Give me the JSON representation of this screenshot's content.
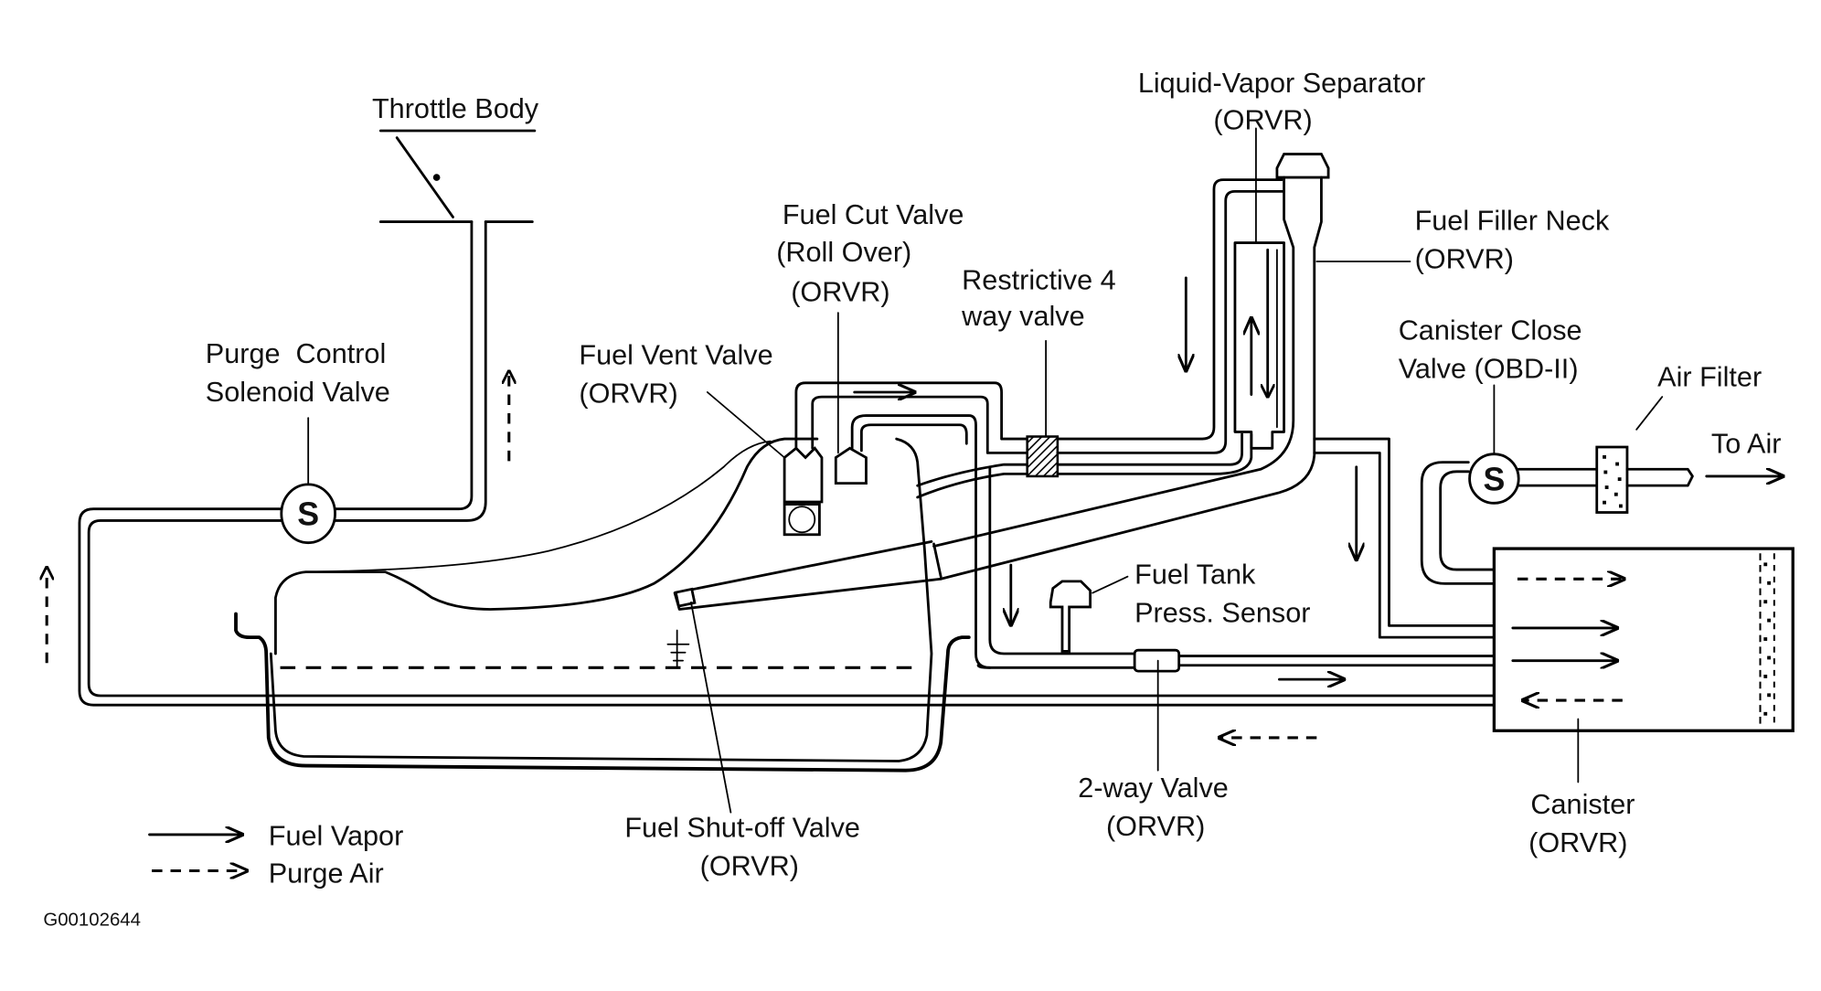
{
  "figure_id": "G00102644",
  "labels": {
    "throttle_body": "Throttle Body",
    "purge_control_line1": "Purge  Control",
    "purge_control_line2": "Solenoid Valve",
    "fuel_cut_line1": "Fuel Cut Valve",
    "fuel_cut_line2": "(Roll Over)",
    "fuel_cut_line3": "(ORVR)",
    "fuel_vent_line1": "Fuel Vent Valve",
    "fuel_vent_line2": "(ORVR)",
    "restrictive_line1": "Restrictive 4",
    "restrictive_line2": "way valve",
    "separator_line1": "Liquid-Vapor Separator",
    "separator_line2": "(ORVR)",
    "filler_neck_line1": "Fuel Filler Neck",
    "filler_neck_line2": "(ORVR)",
    "canister_close_line1": "Canister Close",
    "canister_close_line2": "Valve (OBD-II)",
    "air_filter": "Air Filter",
    "to_air": "To Air",
    "tank_sensor_line1": "Fuel Tank",
    "tank_sensor_line2": "Press. Sensor",
    "two_way_line1": "2-way Valve",
    "two_way_line2": "(ORVR)",
    "canister_line1": "Canister",
    "canister_line2": "(ORVR)",
    "shutoff_line1": "Fuel Shut-off Valve",
    "shutoff_line2": "(ORVR)"
  },
  "solenoid_symbol": "S",
  "legend": {
    "items": [
      {
        "label": "Fuel Vapor",
        "style": "solid-arrow"
      },
      {
        "label": "Purge Air",
        "style": "dashed-arrow"
      }
    ]
  }
}
